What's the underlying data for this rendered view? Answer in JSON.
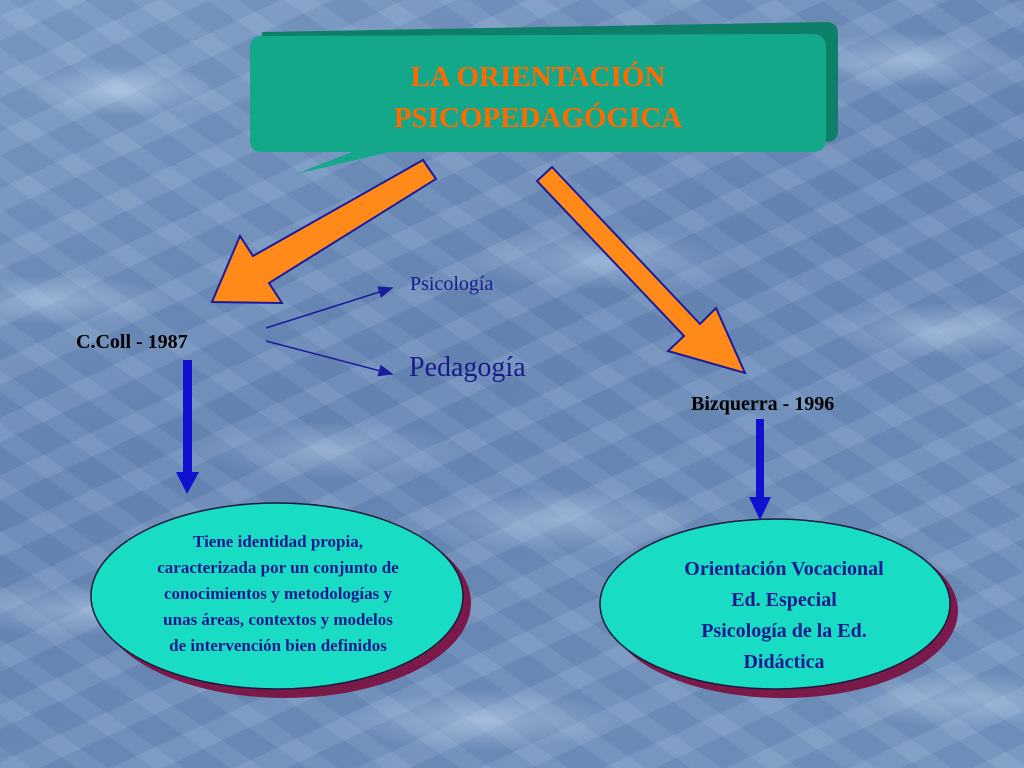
{
  "title": {
    "line1": "LA ORIENTACIÓN",
    "line2": "PSICOPEDAGÓGICA"
  },
  "left_node": {
    "label": "C.Coll - 1987",
    "branches": {
      "small": "Psicología",
      "large": "Pedagogía"
    },
    "description": [
      "Tiene identidad propia,",
      "caracterizada por un conjunto de",
      "conocimientos y metodologías y",
      "unas áreas, contextos y modelos",
      "de intervención bien definidos"
    ]
  },
  "right_node": {
    "label": "Bizquerra - 1996",
    "areas": [
      "Orientación Vocacional",
      "Ed. Especial",
      "Psicología de la Ed.",
      "Didáctica"
    ]
  },
  "colors": {
    "title_box": "#13a889",
    "title_text": "#ff6a00",
    "big_arrow": "#ff8a1a",
    "arrow_outline": "#1b1b9c",
    "down_arrow": "#1010d0",
    "oval_fill": "#19dcc4",
    "oval_shadow": "#7a1a4a",
    "oval_text": "#1a1a8e"
  }
}
